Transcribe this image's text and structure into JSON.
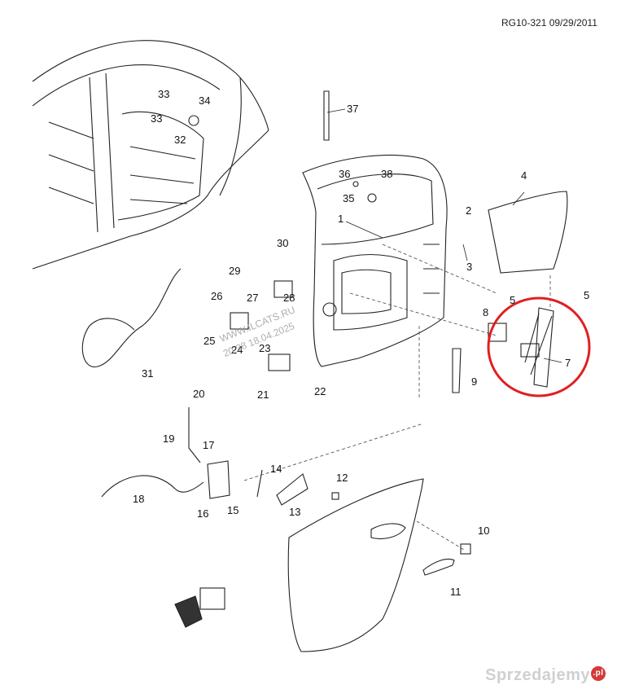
{
  "header": {
    "code": "RG10-321 09/29/2011"
  },
  "watermark": {
    "line1": "WWW.ILCATS.RU",
    "line2": "20:38 18.04.2025"
  },
  "brand": {
    "name": "Sprzedajemy",
    "suffix": ".pl"
  },
  "callout": {
    "color": "#e02020"
  },
  "refs": {
    "r1": "1",
    "r2": "2",
    "r3": "3",
    "r4": "4",
    "r5a": "5",
    "r5b": "5",
    "r7": "7",
    "r8": "8",
    "r9": "9",
    "r10": "10",
    "r11": "11",
    "r12": "12",
    "r13": "13",
    "r14": "14",
    "r15": "15",
    "r16": "16",
    "r17": "17",
    "r18": "18",
    "r19": "19",
    "r20": "20",
    "r21": "21",
    "r22": "22",
    "r23": "23",
    "r24": "24",
    "r25": "25",
    "r26": "26",
    "r27": "27",
    "r28": "28",
    "r29": "29",
    "r30": "30",
    "r31": "31",
    "r32": "32",
    "r33a": "33",
    "r33b": "33",
    "r34": "34",
    "r35": "35",
    "r36": "36",
    "r37": "37",
    "r38": "38"
  }
}
